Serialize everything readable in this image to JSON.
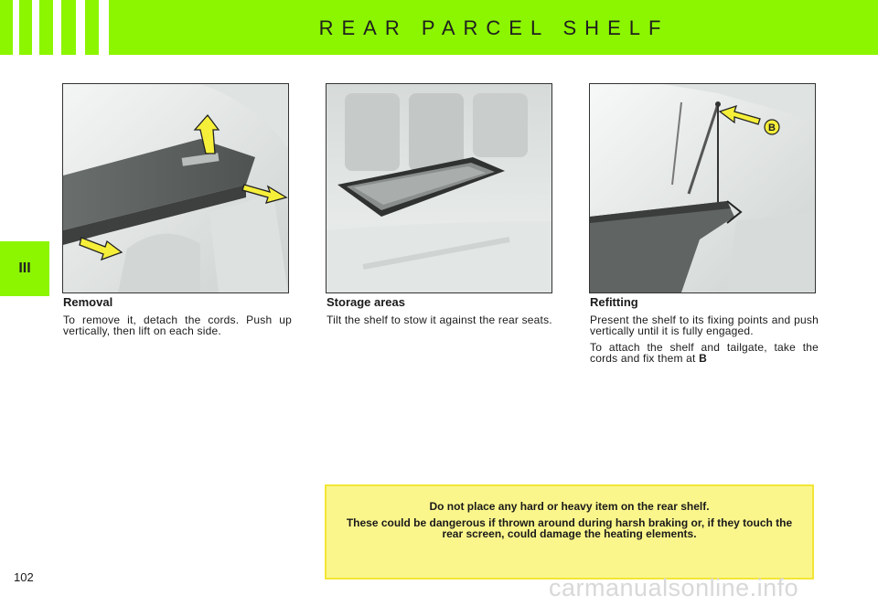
{
  "header": {
    "title": "REAR PARCEL SHELF"
  },
  "side_tab": {
    "label": "III"
  },
  "sections": [
    {
      "heading": "Removal",
      "paragraphs": [
        "To remove it, detach the cords. Push up vertically, then lift on each side."
      ]
    },
    {
      "heading": "Storage areas",
      "paragraphs": [
        "Tilt the shelf to stow it against the rear seats."
      ]
    },
    {
      "heading": "Refitting",
      "paragraphs": [
        "Present the shelf to its fixing points and push vertically until it is fully engaged.",
        "To attach the shelf and tailgate, take the cords and fix them at"
      ],
      "bold_suffix": "B"
    }
  ],
  "photo_callout": "B",
  "warning": {
    "lines": [
      "Do not place any hard or heavy item on the rear shelf.",
      "These could be dangerous if thrown around during harsh braking or, if they touch the rear screen, could damage the heating elements."
    ]
  },
  "page_number": "102",
  "watermark": "carmanualsonline.info",
  "colors": {
    "accent": "#8cf500",
    "warning_bg": "#fbf68c",
    "arrow": "#f6ef3a"
  }
}
